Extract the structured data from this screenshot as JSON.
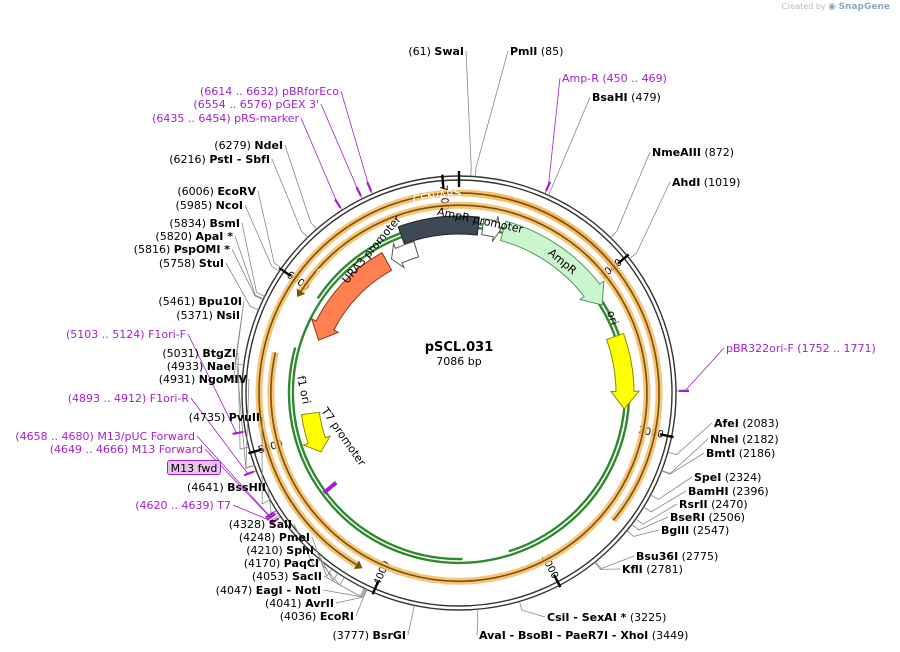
{
  "header": {
    "created_by": "Created by",
    "brand": "SnapGene"
  },
  "plasmid": {
    "name": "pSCL.031",
    "size_label": "7086 bp",
    "length": 7086
  },
  "colors": {
    "primer": "#a21fd0",
    "ori": "#ffff00",
    "ampr": "#cdf5cd",
    "ura3": "#ff7f50",
    "cen_ars": "#3d4a56",
    "orf_fill": "#f6ba64",
    "orf_green": "#2f8a2f"
  },
  "ticks": [
    {
      "pos": 1000,
      "label": "1000"
    },
    {
      "pos": 2000,
      "label": "2000"
    },
    {
      "pos": 3000,
      "label": "3000"
    },
    {
      "pos": 4000,
      "label": "4000"
    },
    {
      "pos": 5000,
      "label": "5000"
    },
    {
      "pos": 6000,
      "label": "6000"
    },
    {
      "pos": 7000,
      "label": "7000"
    }
  ],
  "enzymes": [
    {
      "pos": 61,
      "name": "SwaI",
      "text": "(61)"
    },
    {
      "pos": 85,
      "name": "PmlI",
      "text": "(85)"
    },
    {
      "pos": 479,
      "name": "BsaHI",
      "text": "(479)"
    },
    {
      "pos": 872,
      "name": "NmeAIII",
      "text": "(872)"
    },
    {
      "pos": 1019,
      "name": "AhdI",
      "text": "(1019)"
    },
    {
      "pos": 2083,
      "name": "AfeI",
      "text": "(2083)"
    },
    {
      "pos": 2182,
      "name": "NheI",
      "text": "(2182)"
    },
    {
      "pos": 2186,
      "name": "BmtI",
      "text": "(2186)"
    },
    {
      "pos": 2324,
      "name": "SpeI",
      "text": "(2324)"
    },
    {
      "pos": 2396,
      "name": "BamHI",
      "text": "(2396)"
    },
    {
      "pos": 2470,
      "name": "RsrII",
      "text": "(2470)"
    },
    {
      "pos": 2506,
      "name": "BseRI",
      "text": "(2506)"
    },
    {
      "pos": 2547,
      "name": "BglII",
      "text": "(2547)"
    },
    {
      "pos": 2775,
      "name": "Bsu36I",
      "text": "(2775)"
    },
    {
      "pos": 2781,
      "name": "KflI",
      "text": "(2781)"
    },
    {
      "pos": 3225,
      "name": "CsiI  - SexAI *",
      "text": "(3225)"
    },
    {
      "pos": 3449,
      "name": "AvaI  - BsoBI  - PaeR7I  - XhoI",
      "text": "(3449)"
    },
    {
      "pos": 3777,
      "name": "BsrGI",
      "text": "(3777)"
    },
    {
      "pos": 4036,
      "name": "EcoRI",
      "text": "(4036)"
    },
    {
      "pos": 4041,
      "name": "AvrII",
      "text": "(4041)"
    },
    {
      "pos": 4047,
      "name": "EagI  - NotI",
      "text": "(4047)"
    },
    {
      "pos": 4053,
      "name": "SacII",
      "text": "(4053)"
    },
    {
      "pos": 4170,
      "name": "PaqCI",
      "text": "(4170)"
    },
    {
      "pos": 4210,
      "name": "SphI",
      "text": "(4210)"
    },
    {
      "pos": 4248,
      "name": "PmeI",
      "text": "(4248)"
    },
    {
      "pos": 4328,
      "name": "SalI",
      "text": "(4328)"
    },
    {
      "pos": 4641,
      "name": "BssHII",
      "text": "(4641)"
    },
    {
      "pos": 4735,
      "name": "PvuII",
      "text": "(4735)"
    },
    {
      "pos": 4931,
      "name": "NgoMIV",
      "text": "(4931)"
    },
    {
      "pos": 4933,
      "name": "NaeI",
      "text": "(4933)"
    },
    {
      "pos": 5031,
      "name": "BtgZI",
      "text": "(5031)"
    },
    {
      "pos": 5371,
      "name": "NsiI",
      "text": "(5371)"
    },
    {
      "pos": 5461,
      "name": "Bpu10I",
      "text": "(5461)"
    },
    {
      "pos": 5758,
      "name": "StuI",
      "text": "(5758)"
    },
    {
      "pos": 5816,
      "name": "PspOMI *",
      "text": "(5816)"
    },
    {
      "pos": 5820,
      "name": "ApaI *",
      "text": "(5820)"
    },
    {
      "pos": 5834,
      "name": "BsmI",
      "text": "(5834)"
    },
    {
      "pos": 5985,
      "name": "NcoI",
      "text": "(5985)"
    },
    {
      "pos": 6006,
      "name": "EcoRV",
      "text": "(6006)"
    },
    {
      "pos": 6216,
      "name": "PstI  - SbfI",
      "text": "(6216)"
    },
    {
      "pos": 6279,
      "name": "NdeI",
      "text": "(6279)"
    }
  ],
  "primers": [
    {
      "pos": 459,
      "name": "Amp-R",
      "text": "(450 .. 469)"
    },
    {
      "pos": 1761,
      "name": "pBR322ori-F",
      "text": "(1752 .. 1771)"
    },
    {
      "pos": 4630,
      "name": "T7",
      "text": "(4620 .. 4639)"
    },
    {
      "pos": 4657,
      "name": "M13 Forward",
      "text": "(4649 .. 4666)"
    },
    {
      "pos": 4669,
      "name": "M13/pUC Forward",
      "text": "(4658 .. 4680)"
    },
    {
      "pos": 4902,
      "name": "F1ori-R",
      "text": "(4893 .. 4912)"
    },
    {
      "pos": 5113,
      "name": "F1ori-F",
      "text": "(5103 .. 5124)"
    },
    {
      "pos": 6444,
      "name": "pRS-marker",
      "text": "(6435 .. 6454)"
    },
    {
      "pos": 6565,
      "name": "pGEX 3'",
      "text": "(6554 .. 6576)"
    },
    {
      "pos": 6623,
      "name": "pBRforEco",
      "text": "(6614 .. 6632)"
    }
  ],
  "selected_primer": "M13 fwd",
  "features": [
    {
      "name": "CEN/ARS",
      "type": "box"
    },
    {
      "name": "AmpR promoter",
      "type": "promoter"
    },
    {
      "name": "AmpR",
      "type": "cds"
    },
    {
      "name": "ori",
      "type": "ori"
    },
    {
      "name": "URA3",
      "type": "cds"
    },
    {
      "name": "URA3 promoter",
      "type": "promoter"
    },
    {
      "name": "f1 ori",
      "type": "ori"
    },
    {
      "name": "T7 promoter",
      "type": "promoter"
    }
  ]
}
